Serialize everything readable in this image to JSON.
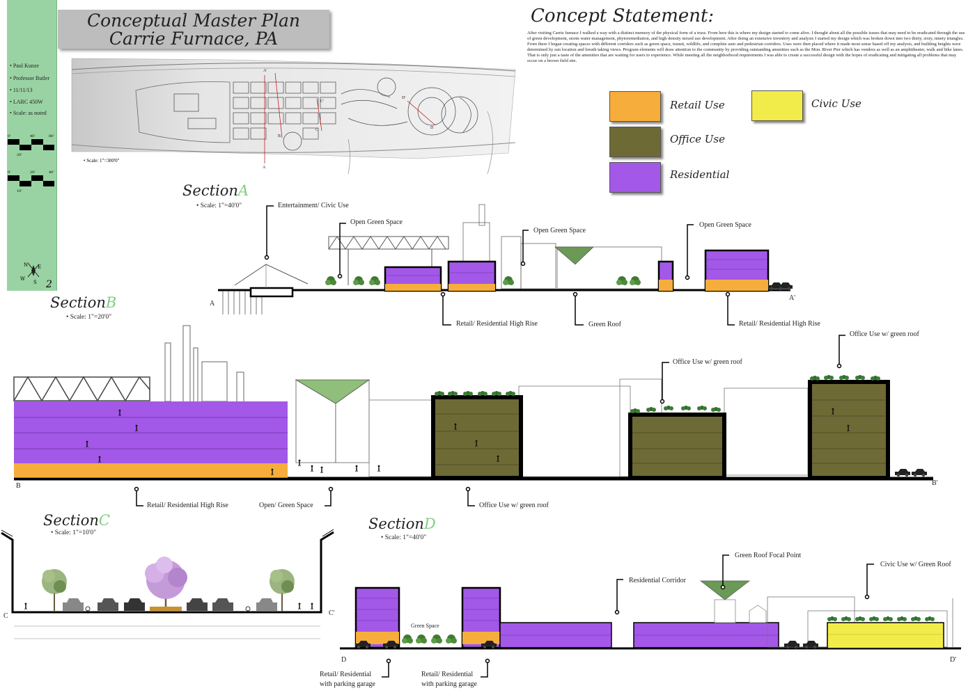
{
  "header": {
    "title_line1": "Conceptual Master Plan",
    "title_line2": "Carrie Furnace, PA"
  },
  "sidebar": {
    "items": [
      "Paul Kunze",
      "Professor Butler",
      "11/11/13",
      "LARC 450W",
      "Scale: as noted"
    ],
    "scalebar1": {
      "top_labels": [
        "0'",
        "40'",
        "80'"
      ],
      "bottom_label": "20'"
    },
    "scalebar2": {
      "top_labels": [
        "0'",
        "20'",
        "40'"
      ],
      "bottom_label": "10'"
    },
    "compass": {
      "n": "N",
      "s": "S",
      "e": "E",
      "w": "W"
    },
    "page_number": "2"
  },
  "site_plan": {
    "scale": "Scale: 1\"=300'0\"",
    "markers": [
      "A",
      "A'",
      "B",
      "C",
      "C'",
      "D",
      "D'"
    ]
  },
  "concept": {
    "title": "Concept Statement:",
    "text": "After visiting Carrie furnace I walked a way with a distinct memory of the physical form of a truss. From here this is where my design started to come alive. I thought about all the possible issues that may need to be eradicated through the use of green development, storm water management, phytoremediation, and high density mixed use development. After doing an extensive inventory and analysis I started my design which was broken down into two thirty, sixty, ninety triangles. From there I began creating spaces with different corridors such as green space, transit, wildlife, and complete auto and pedestrian corridors. Uses were then placed where it made most sense based off my analysis, and building heights were determined by sun location and breath taking views. Program elements will draw attention to the community by providing outstanding amenities such as the Mon. River Pier which has vendors as well as an amphitheater, walk and bike lanes. That is only just a taste of the amenities that are waiting for users to experience. While meeting all the neighborhood requirements I was able to create a successful design with the hopes of eradicating and mitigating all problems that may occur on a brown field site."
  },
  "legend": [
    {
      "label": "Retail Use",
      "color": "#f6ad3c"
    },
    {
      "label": "Office Use",
      "color": "#6e6a35"
    },
    {
      "label": "Residential",
      "color": "#a358e8"
    },
    {
      "label": "Civic Use",
      "color": "#f2ec4a"
    }
  ],
  "colors": {
    "retail": "#f6ad3c",
    "office": "#6e6a35",
    "residential": "#a358e8",
    "civic": "#f2ec4a",
    "sidebar": "#9ad3a3",
    "green": "#4d8a3a"
  },
  "section_a": {
    "title": "Section",
    "letter": "A",
    "scale": "Scale: 1\"=40'0\"",
    "start": "A",
    "end": "A'",
    "labels": {
      "entertainment": "Entertainment/ Civic Use",
      "open_green_1": "Open Green Space",
      "open_green_2": "Open Green Space",
      "open_green_3": "Open Green Space",
      "retail_res_1": "Retail/ Residential High Rise",
      "green_roof": "Green Roof",
      "retail_res_2": "Retail/ Residential High Rise"
    }
  },
  "section_b": {
    "title": "Section",
    "letter": "B",
    "scale": "Scale: 1\"=20'0\"",
    "start": "B",
    "end": "B'",
    "labels": {
      "retail_res": "Retail/ Residential High Rise",
      "open_green": "Open/ Green Space",
      "office_1": "Office Use w/ green roof",
      "office_2": "Office Use w/ green roof",
      "office_3": "Office Use w/ green roof"
    }
  },
  "section_c": {
    "title": "Section",
    "letter": "C",
    "scale": "Scale: 1\"=10'0\"",
    "start": "C",
    "end": "C'"
  },
  "section_d": {
    "title": "Section",
    "letter": "D",
    "scale": "Scale: 1\"=40'0\"",
    "start": "D",
    "end": "D'",
    "labels": {
      "green_space": "Green Space",
      "res_corridor": "Residential Corridor",
      "focal_point": "Green Roof Focal Point",
      "civic_roof": "Civic Use w/ Green Roof",
      "parking_1_line1": "Retail/ Residential",
      "parking_1_line2": "with parking garage",
      "parking_2_line1": "Retail/ Residential",
      "parking_2_line2": "with parking garage"
    }
  }
}
